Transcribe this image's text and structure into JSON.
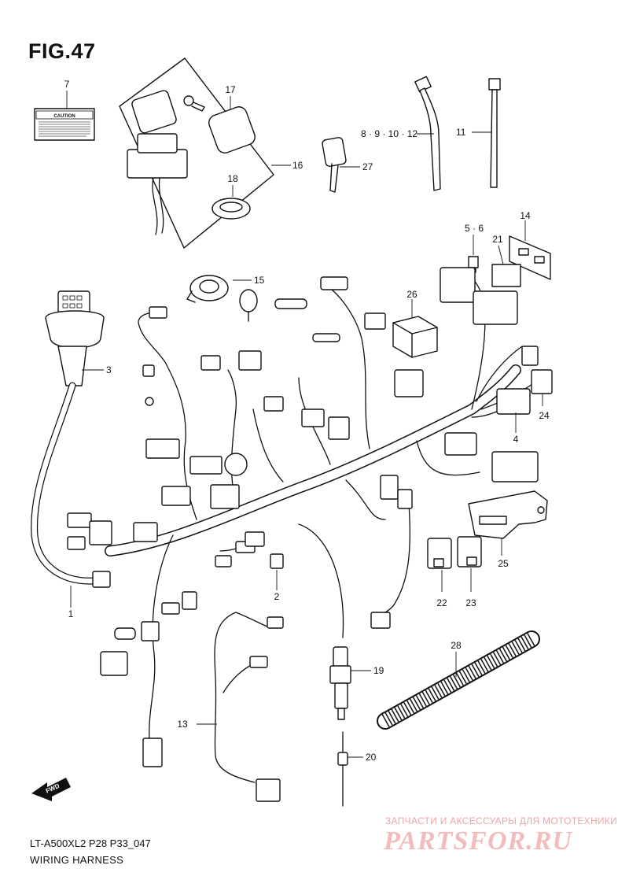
{
  "figure": {
    "title": "FIG.47"
  },
  "footer": {
    "model_code": "LT-A500XL2  P28  P33_047",
    "section_title": "WIRING HARNESS"
  },
  "caution_label_text": "CAUTION",
  "fwd_arrow_text": "FWD",
  "callouts": {
    "c1": "1",
    "c2": "2",
    "c3": "3",
    "c4": "4",
    "c5_6": "5 · 6",
    "c7": "7",
    "c8_12": "8 · 9 · 10 · 12",
    "c11": "11",
    "c13": "13",
    "c14": "14",
    "c15": "15",
    "c16": "16",
    "c17": "17",
    "c18": "18",
    "c19": "19",
    "c20": "20",
    "c21": "21",
    "c22": "22",
    "c23": "23",
    "c24": "24",
    "c25": "25",
    "c26": "26",
    "c27": "27",
    "c28": "28"
  },
  "watermark": {
    "caption": "ЗАПЧАСТИ И АКСЕССУАРЫ ДЛЯ МОТОТЕХНИКИ",
    "logo": "PARTSFOR.RU"
  }
}
